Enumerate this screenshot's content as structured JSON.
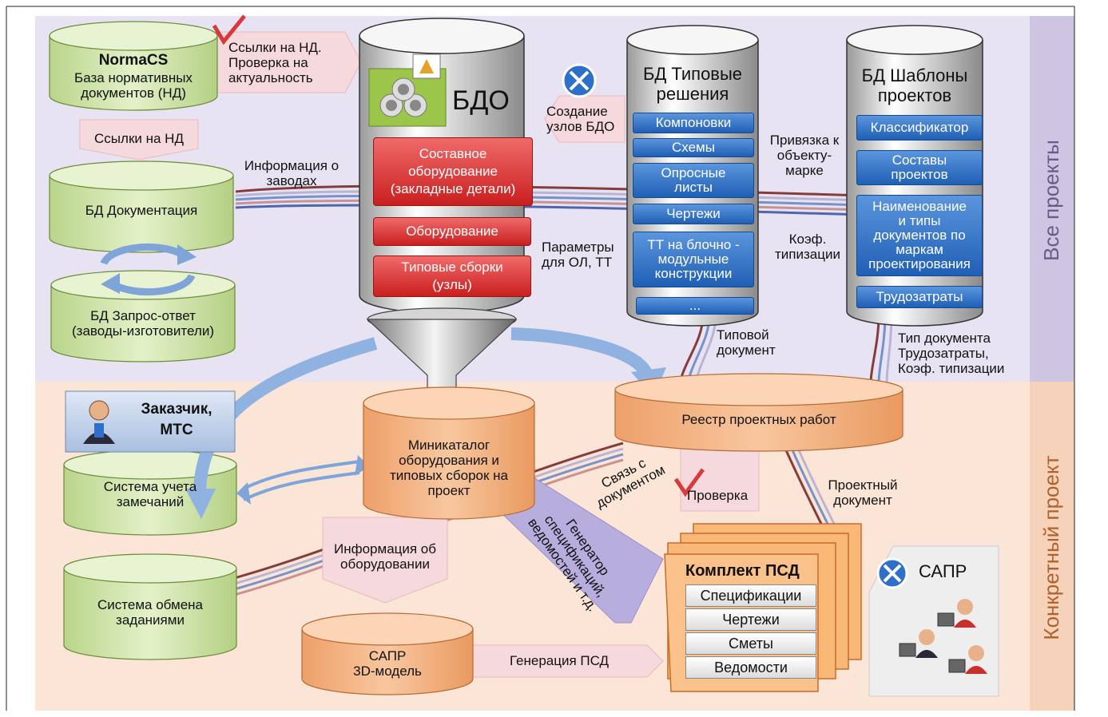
{
  "sections": {
    "all_projects": "Все проекты",
    "concrete_project": "Конкретный проект"
  },
  "normacs": {
    "title": "NormaCS",
    "subtitle": "База нормативных\nдокументов (НД)"
  },
  "labels": {
    "nd_links_check": "Ссылки на НД.\nПроверка на\nактуальность",
    "nd_links": "Ссылки на НД",
    "plant_info": "Информация о\nзаводах",
    "create_nodes": "Создание\nузлов БДО",
    "params": "Параметры\nдля ОЛ, ТТ",
    "bind_object": "Привязка к\nобъекту-\nмарке",
    "coef": "Коэф.\nтипизации",
    "typical_doc": "Типовой\nдокумент",
    "doc_type": "Тип документа\nТрудозатраты,\nКоэф. типизации",
    "link_doc": "Связь с\nдокументом",
    "check": "Проверка",
    "project_doc": "Проектный\nдокумент",
    "generator": "Генератор\nспецификаций,\nведомостей и т.д.",
    "equip_info": "Информация об\nоборудовании",
    "generation": "Генерация ПСД"
  },
  "databases": {
    "documentation": "БД Документация",
    "qa": "БД Запрос-ответ\n(заводы-изготовители)",
    "bdo": "БДО",
    "typical": "БД Типовые\nрешения",
    "templates": "БД Шаблоны\nпроектов",
    "customer": "Заказчик,\nМТС",
    "remarks": "Система учета\nзамечаний",
    "minicatalog": "Миникаталог\nоборудования и\nтиповых сборок на\nпроект",
    "registry": "Реестр проектных работ",
    "task_exchange": "Система обмена\nзаданиями",
    "cad3d": "САПР\n3D-модель",
    "cad": "САПР"
  },
  "bdo_items": [
    "Составное\nоборудование\n(закладные детали)",
    "Оборудование",
    "Типовые сборки\n(узлы)"
  ],
  "typical_items": [
    "Компоновки",
    "Схемы",
    "Опросные\nлисты",
    "Чертежи",
    "ТТ на блочно -\nмодульные\nконструкции",
    "..."
  ],
  "template_items": [
    "Классификатор",
    "Составы\nпроектов",
    "Наименование\nи типы\nдокументов по\nмаркам\nпроектирования",
    "Трудозатраты"
  ],
  "psd": {
    "title": "Комплект ПСД",
    "items": [
      "Спецификации",
      "Чертежи",
      "Сметы",
      "Ведомости"
    ]
  },
  "colors": {
    "top_band": "#e6e2f2",
    "bottom_band": "#fbe4d4",
    "green_db": "#cfe3a6",
    "orange_db": "#f2b27e",
    "blue_item": "#2f6fc4",
    "red_item": "#d83a3a"
  }
}
